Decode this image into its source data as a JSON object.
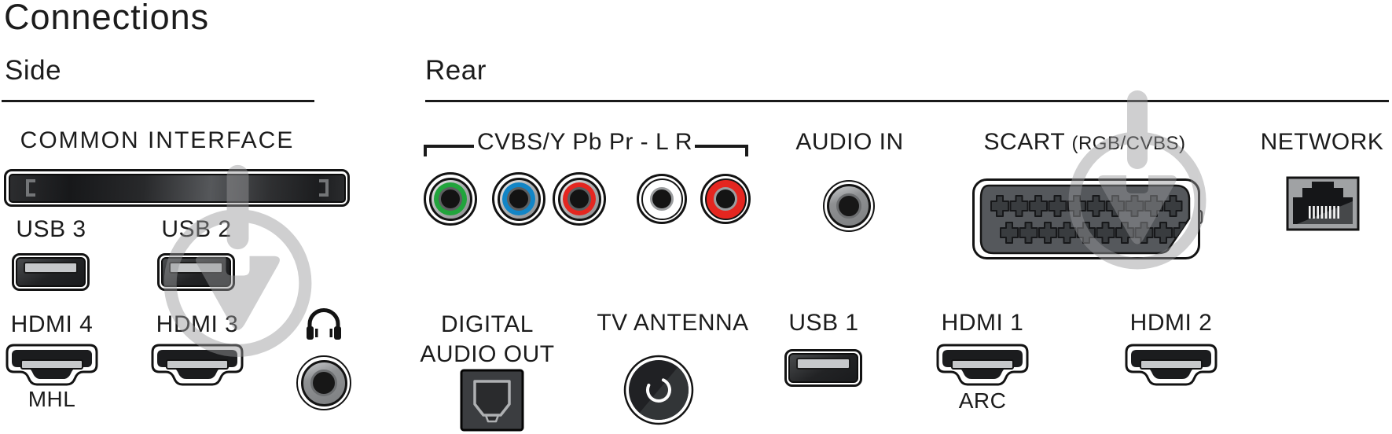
{
  "title": "Connections",
  "sections": {
    "side": "Side",
    "rear": "Rear"
  },
  "labels": {
    "common_interface": "COMMON INTERFACE",
    "usb3": "USB 3",
    "usb2": "USB 2",
    "hdmi4": "HDMI 4",
    "mhl": "MHL",
    "hdmi3": "HDMI 3",
    "cvbs": "CVBS/Y Pb Pr - L R",
    "audio_in": "AUDIO IN",
    "scart": "SCART",
    "scart_sub": "(RGB/CVBS)",
    "network": "NETWORK",
    "digital_line1": "DIGITAL",
    "digital_line2": "AUDIO OUT",
    "tv_antenna": "TV ANTENNA",
    "usb1": "USB 1",
    "hdmi1": "HDMI 1",
    "arc": "ARC",
    "hdmi2": "HDMI 2"
  },
  "icons": {
    "headphones": "headphones-icon",
    "watermark": "pin-circle-watermark"
  },
  "colors": {
    "text": "#1c1c1c",
    "rca_green": "#21a43c",
    "rca_blue": "#1285c6",
    "rca_red": "#e42620",
    "watermark": "#98999b"
  }
}
